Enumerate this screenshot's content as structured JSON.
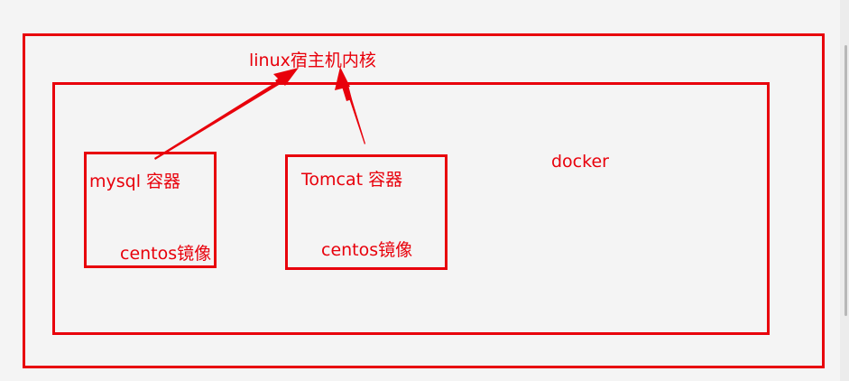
{
  "diagram": {
    "host_kernel_label": "linux宿主机内核",
    "docker_label": "docker",
    "containers": [
      {
        "name_label": "mysql 容器",
        "image_label": "centos镜像"
      },
      {
        "name_label": "Tomcat 容器",
        "image_label": "centos镜像"
      }
    ],
    "colors": {
      "accent": "#e8000b",
      "background": "#f4f4f4"
    }
  }
}
